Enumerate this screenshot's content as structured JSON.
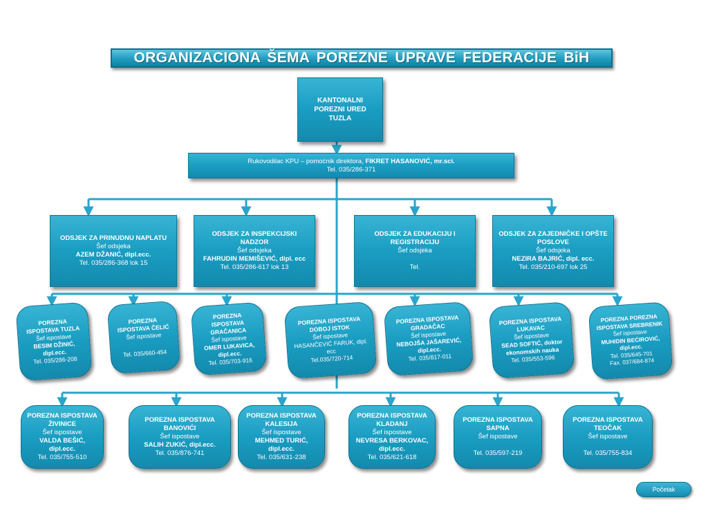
{
  "title": "ORGANIZACIONA  ŠEMA  POREZNE  UPRAVE  FEDERACIJE  BiH",
  "kpu": {
    "line1": "KANTONALNI",
    "line2": "POREZNI URED",
    "line3": "TUZLA"
  },
  "rukovodilac": {
    "prefix": "Rukovodilac KPU – pomoćnik direktora, ",
    "name": "FIKRET HASANOVIĆ, mr.sci.",
    "tel": "Tel. 035/286-371"
  },
  "departments": [
    {
      "title": "ODSJEK ZA PRINUDNU NAPLATU",
      "role": "Šef odsjeka",
      "name": "AZEM DŽANIĆ, dipl.ecc.",
      "tel": "Tel. 035/286-368 lok 15"
    },
    {
      "title": "ODSJEK ZA INSPEKCIJSKI NADZOR",
      "role": "Šef odsjeka",
      "name": "FAHRUDIN MEMIŠEVIĆ, dipl. ecc",
      "tel": "Tel. 035/286-617 lok 13"
    },
    {
      "title": "ODSJEK ZA EDUKACIJU I REGISTRACIJU",
      "role": "Šef odsjeka",
      "name": "",
      "tel": "Tel."
    },
    {
      "title": "ODSJEK ZA ZAJEDNIČKE I OPŠTE POSLOVE",
      "role": "Šef odsjeka",
      "name": "NEZIRA BAJRIĆ, dipl. ecc.",
      "tel": "Tel. 035/210-697 lok 25"
    }
  ],
  "ispostave_row1": [
    {
      "title": "POREZNA ISPOSTAVA TUZLA",
      "role": "Šef ispostave",
      "name": "BESIM DŽINIĆ, dipl.ecc.",
      "tel": "Tel. 035/286-208",
      "extra": ""
    },
    {
      "title": "POREZNA ISPOSTAVA ČELIĆ",
      "role": "Šef ispostave",
      "name": "",
      "tel": "Tel. 035/660-454",
      "extra": ""
    },
    {
      "title": "POREZNA ISPOSTAVA GRAČANICA",
      "role": "Šef ispostave",
      "name": "OMER LUKAVICA, dipl.ecc.",
      "tel": "Tel. 035/703-916",
      "extra": ""
    },
    {
      "title": "POREZNA ISPOSTAVA DOBOJ ISTOK",
      "role": "Šef ispostave",
      "name": "HASANČEVIĆ FARUK, dipl. ecc",
      "tel": "Tel.035/720-714",
      "extra": ""
    },
    {
      "title": "POREZNA ISPOSTAVA GRADAČAC",
      "role": "Šef ispostave",
      "name": "NEBOJŠA JAŠAREVIĆ, dipl.ecc.",
      "tel": "Tel. 035/817-011",
      "extra": ""
    },
    {
      "title": "POREZNA ISPOSTAVA LUKAVAC",
      "role": "Šef ispostave",
      "name": "SEAD SOFTIĆ, doktor ekonomskih nauka",
      "tel": "Tel. 035/553-596",
      "extra": ""
    },
    {
      "title": "POREZNA POREZNA ISPOSTAVA SREBRENIK",
      "role": "Šef ispostave",
      "name": "MUHIDIN BEĆIROVIĆ, dipl.ecc.",
      "tel": "Tel. 035/645-701",
      "extra": "Fax. 037/684-874"
    }
  ],
  "ispostave_row2": [
    {
      "title": "POREZNA ISPOSTAVA ŽIVINICE",
      "role": "Šef ispostave",
      "name": "VALDA BEŠIĆ, dipl.ecc.",
      "tel": "Tel. 035/755-510"
    },
    {
      "title": "POREZNA ISPOSTAVA BANOVIĆI",
      "role": "Šef ispostave",
      "name": "SALIH ZUKIĆ, dipl.ecc.",
      "tel": "Tel. 035/876-741"
    },
    {
      "title": "POREZNA ISPOSTAVA KALESIJA",
      "role": "Šef ispostave",
      "name": "MEHMED TURIĆ, dipl.ecc.",
      "tel": "Tel. 035/631-238"
    },
    {
      "title": "POREZNA ISPOSTAVA KLADANJ",
      "role": "Šef ispostave",
      "name": "NEVRESA BERKOVAC, dipl.ecc.",
      "tel": "Tel. 035/621-618"
    },
    {
      "title": "POREZNA ISPOSTAVA SAPNA",
      "role": "Šef ispostave",
      "name": "",
      "tel": "Tel. 035/597-219"
    },
    {
      "title": "POREZNA ISPOSTAVA TEOČAK",
      "role": "Šef ispostave",
      "name": "",
      "tel": "Tel. 035/755-834"
    }
  ],
  "nav": {
    "pocetak": "Početak"
  },
  "colors": {
    "box": "#1a9dc2",
    "connector": "#29a5cb",
    "border": "#0f7596"
  }
}
